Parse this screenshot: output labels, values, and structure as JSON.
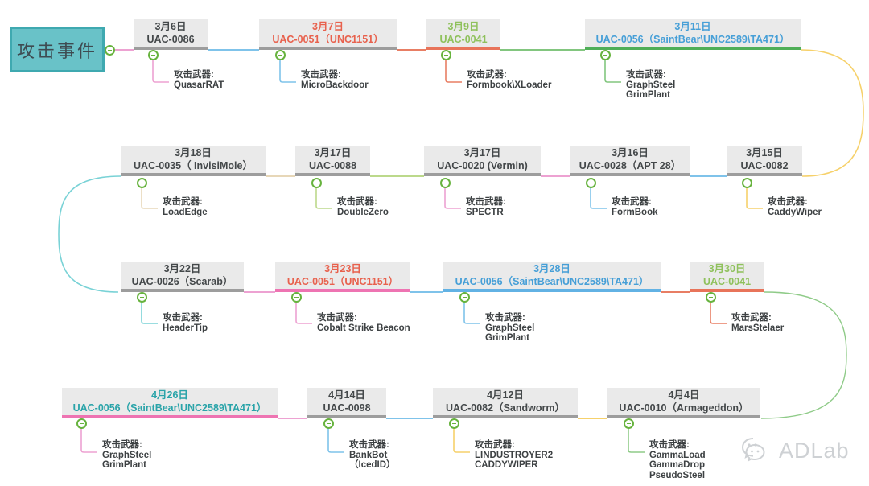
{
  "title": "攻击事件",
  "weapon_label": "攻击武器:",
  "watermark": "ADLab",
  "palette": {
    "title_fill": "#69c2c8",
    "title_border": "#3fa9b0",
    "box_fill": "#eaeaea",
    "box_underline_gray": "#9d9d9d",
    "node_green": "#67b33e",
    "line_pink": "#eda2d2",
    "line_blue": "#7fc3ea",
    "line_orange": "#e87e64",
    "line_green": "#82c67f",
    "line_yellow": "#f6d16b",
    "line_beige": "#e7d7b8",
    "line_teal": "#79d2d6",
    "line_lightgreen": "#bcd98b",
    "text_orange": "#e8614d",
    "text_green": "#8fc15c",
    "text_blue": "#469fd7",
    "text_teal": "#2aa4a9"
  },
  "events": [
    {
      "date": "3月6日",
      "actor": "UAC-0086",
      "weapon": "QuasarRAT"
    },
    {
      "date": "3月7日",
      "actor": "UAC-0051（UNC1151）",
      "weapon": "MicroBackdoor"
    },
    {
      "date": "3月9日",
      "actor": "UAC-0041",
      "weapon": "Formbook\\XLoader"
    },
    {
      "date": "3月11日",
      "actor": "UAC-0056（SaintBear\\UNC2589\\TA471）",
      "weapon": "GraphSteel\nGrimPlant"
    },
    {
      "date": "3月15日",
      "actor": "UAC-0082",
      "weapon": "CaddyWiper"
    },
    {
      "date": "3月16日",
      "actor": "UAC-0028（APT 28）",
      "weapon": "FormBook"
    },
    {
      "date": "3月17日",
      "actor": "UAC-0020 (Vermin)",
      "weapon": "SPECTR"
    },
    {
      "date": "3月17日",
      "actor": "UAC-0088",
      "weapon": "DoubleZero"
    },
    {
      "date": "3月18日",
      "actor": "UAC-0035（ InvisiMole）",
      "weapon": "LoadEdge"
    },
    {
      "date": "3月22日",
      "actor": "UAC-0026（Scarab）",
      "weapon": "HeaderTip"
    },
    {
      "date": "3月23日",
      "actor": "UAC-0051（UNC1151）",
      "weapon": "Cobalt Strike Beacon"
    },
    {
      "date": "3月28日",
      "actor": "UAC-0056（SaintBear\\UNC2589\\TA471）",
      "weapon": "GraphSteel\nGrimPlant"
    },
    {
      "date": "3月30日",
      "actor": "UAC-0041",
      "weapon": "MarsStelaer"
    },
    {
      "date": "4月4日",
      "actor": "UAC-0010（Armageddon）",
      "weapon": "GammaLoad\nGammaDrop\nPseudoSteel"
    },
    {
      "date": "4月12日",
      "actor": "UAC-0082（Sandworm）",
      "weapon": "LINDUSTROYER2\nCADDYWIPER"
    },
    {
      "date": "4月14日",
      "actor": "UAC-0098",
      "weapon": "BankBot\n（IcedID）"
    },
    {
      "date": "4月26日",
      "actor": "UAC-0056（SaintBear\\UNC2589\\TA471）",
      "weapon": "GraphSteel\nGrimPlant"
    }
  ]
}
